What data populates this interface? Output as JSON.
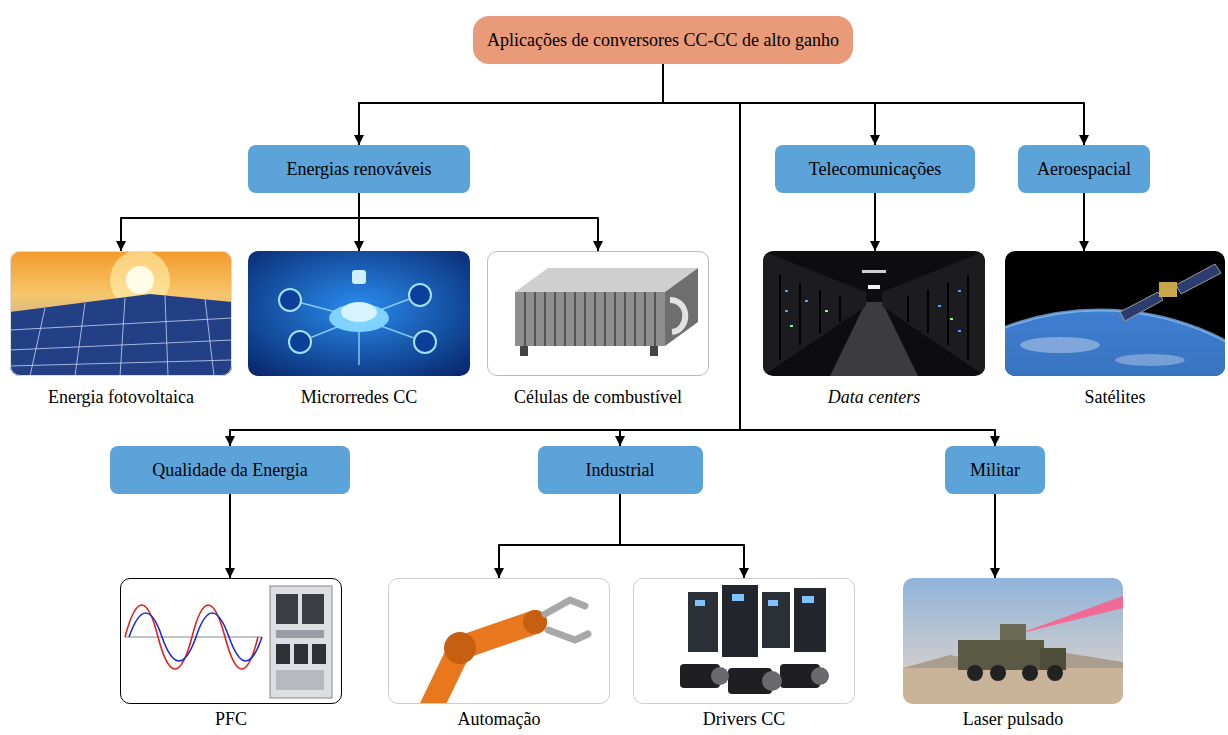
{
  "diagram": {
    "nodes": [
      {
        "text": [
          "Aplicações de conversores CC-CC de alto ganho"
        ]
      },
      {
        "text": [
          "Energias renováveis"
        ]
      },
      {
        "text": [
          "Telecomunicações"
        ]
      },
      {
        "text": [
          "Aeroespacial"
        ]
      },
      {
        "text": [
          "Energia fotovoltaica"
        ]
      },
      {
        "text": [
          "Microrredes CC"
        ]
      },
      {
        "text": [
          "Células de combustível"
        ]
      },
      {
        "text": [
          "Data centers"
        ]
      },
      {
        "text": [
          "Satélites"
        ]
      },
      {
        "text": [
          "Qualidade da Energia"
        ]
      },
      {
        "text": [
          "Industrial"
        ]
      },
      {
        "text": [
          "Militar"
        ]
      },
      {
        "text": [
          "PFC"
        ]
      },
      {
        "text": [
          "Automação"
        ]
      },
      {
        "text": [
          "Drivers CC"
        ]
      },
      {
        "text": [
          "Laser pulsado"
        ]
      }
    ],
    "edges": [
      {
        "from": 0,
        "to": 1,
        "arrow": "to"
      },
      {
        "from": 0,
        "to": 2,
        "arrow": "to"
      },
      {
        "from": 0,
        "to": 3,
        "arrow": "to"
      },
      {
        "from": 0,
        "to": 9,
        "arrow": "to"
      },
      {
        "from": 0,
        "to": 10,
        "arrow": "to"
      },
      {
        "from": 0,
        "to": 11,
        "arrow": "to"
      },
      {
        "from": 1,
        "to": 4,
        "arrow": "to"
      },
      {
        "from": 1,
        "to": 5,
        "arrow": "to"
      },
      {
        "from": 1,
        "to": 6,
        "arrow": "to"
      },
      {
        "from": 2,
        "to": 7,
        "arrow": "to"
      },
      {
        "from": 3,
        "to": 8,
        "arrow": "to"
      },
      {
        "from": 9,
        "to": 12,
        "arrow": "to"
      },
      {
        "from": 10,
        "to": 13,
        "arrow": "to"
      },
      {
        "from": 10,
        "to": 14,
        "arrow": "to"
      },
      {
        "from": 11,
        "to": 15,
        "arrow": "to"
      }
    ]
  }
}
